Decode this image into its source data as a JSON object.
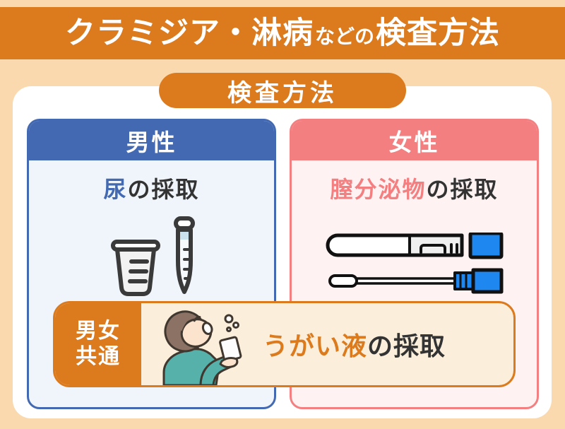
{
  "title": {
    "main1": "クラミジア・淋病",
    "small": "などの",
    "main2": "検査方法"
  },
  "section_badge": "検査方法",
  "columns": {
    "male": {
      "header": "男性",
      "method_highlight": "尿",
      "method_rest": "の採取",
      "icons": [
        "urine-cup-icon",
        "test-tube-icon"
      ]
    },
    "female": {
      "header": "女性",
      "method_highlight": "膣分泌物",
      "method_rest": "の採取",
      "icons": [
        "swab-tube-icon",
        "swab-stick-icon"
      ]
    }
  },
  "shared": {
    "badge_line1": "男女",
    "badge_line2": "共通",
    "method_highlight": "うがい液",
    "method_rest": "の採取",
    "illustration": "gargling-person-illustration"
  },
  "colors": {
    "orange": "#DC7A1E",
    "peach_background": "#FAD9AE",
    "cream": "#FBEEDA",
    "male_blue": "#4269B2",
    "male_light": "#EFF5FB",
    "female_pink": "#F37F81",
    "female_light": "#FEF3F2",
    "cap_blue": "#1E87F0",
    "text_dark": "#333333"
  }
}
